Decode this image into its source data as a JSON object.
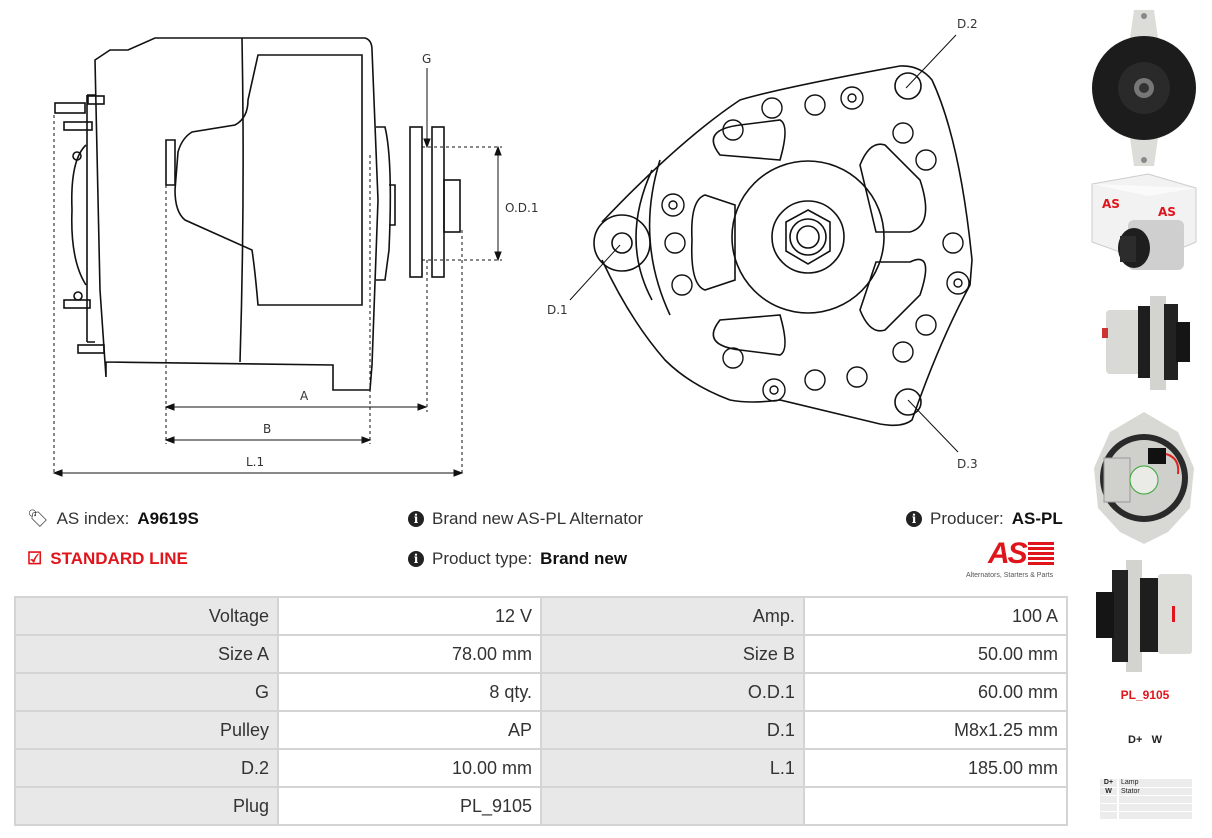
{
  "drawing": {
    "side_view_labels": {
      "g": "G",
      "od1": "O.D.1",
      "a": "A",
      "b": "B",
      "l1": "L.1"
    },
    "front_view_labels": {
      "d1": "D.1",
      "d2": "D.2",
      "d3": "D.3"
    }
  },
  "info": {
    "as_index_label": "AS index:",
    "as_index_value": "A9619S",
    "standard_line": "STANDARD LINE",
    "description": "Brand new AS-PL Alternator",
    "product_type_label": "Product type:",
    "product_type_value": "Brand new",
    "producer_label": "Producer:",
    "producer_value": "AS-PL",
    "logo_text": "AS",
    "logo_tagline": "Alternators, Starters & Parts",
    "accent_color": "#e0151b"
  },
  "specs": [
    {
      "label": "Voltage",
      "value": "12 V",
      "label2": "Amp.",
      "value2": "100 A"
    },
    {
      "label": "Size A",
      "value": "78.00 mm",
      "label2": "Size B",
      "value2": "50.00 mm"
    },
    {
      "label": "G",
      "value": "8 qty.",
      "label2": "O.D.1",
      "value2": "60.00 mm"
    },
    {
      "label": "Pulley",
      "value": "AP",
      "label2": "D.1",
      "value2": "M8x1.25 mm"
    },
    {
      "label": "D.2",
      "value": "10.00 mm",
      "label2": "L.1",
      "value2": "185.00 mm"
    },
    {
      "label": "Plug",
      "value": "PL_9105",
      "label2": "",
      "value2": ""
    }
  ],
  "plug": {
    "name": "PL_9105",
    "pins": "D+   W",
    "legend": [
      {
        "pin": "D+",
        "desc": "Lamp"
      },
      {
        "pin": "W",
        "desc": "Stator"
      },
      {
        "pin": "",
        "desc": ""
      },
      {
        "pin": "",
        "desc": ""
      },
      {
        "pin": "",
        "desc": ""
      }
    ]
  }
}
